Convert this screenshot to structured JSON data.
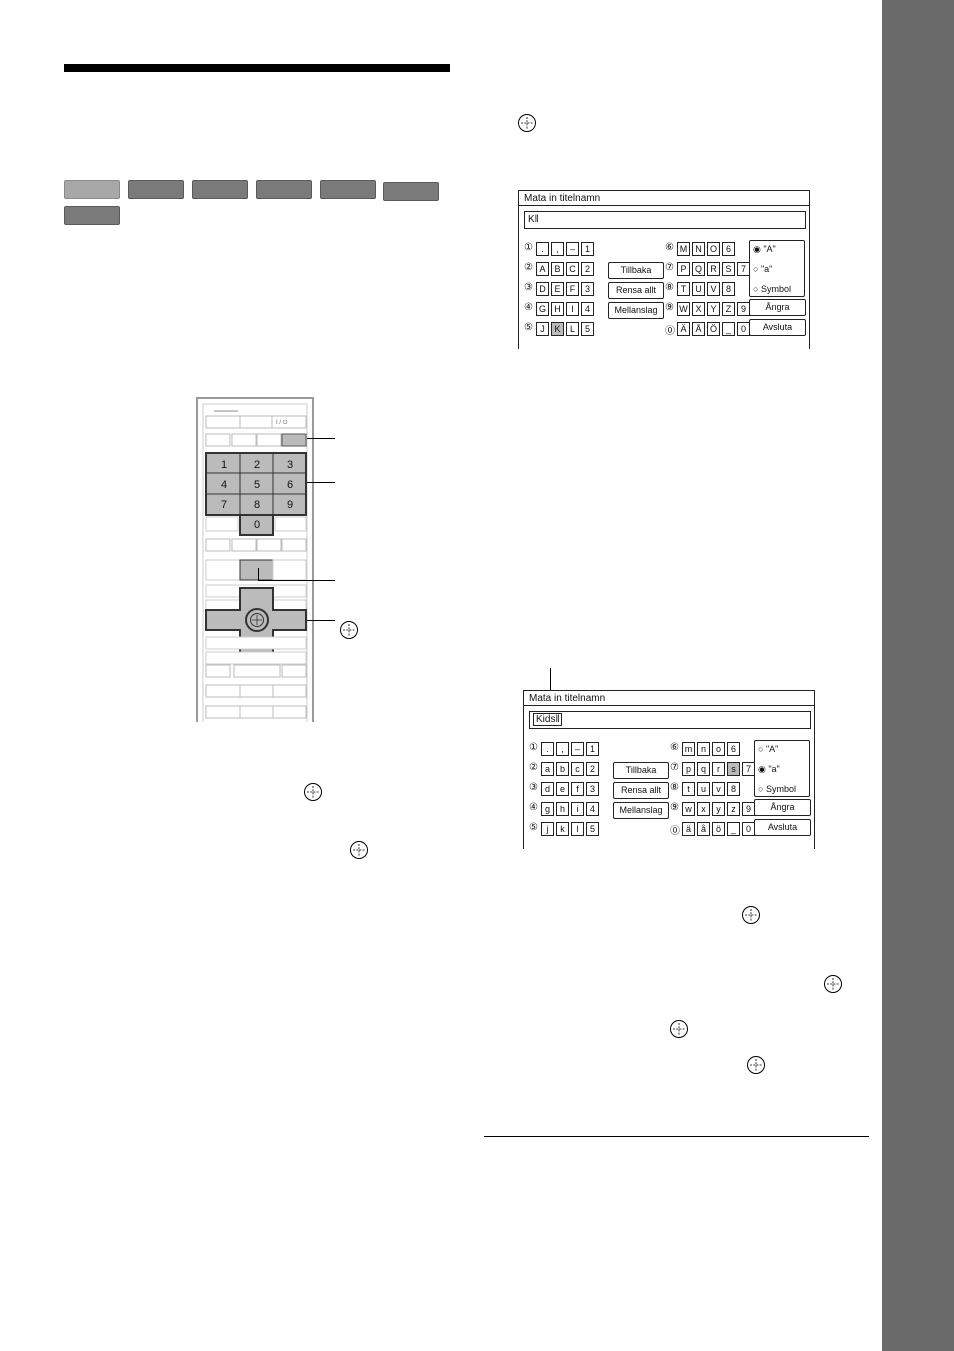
{
  "colors": {
    "side_tab": "#6a6a6a",
    "badge": "#7a7a7a",
    "highlight": "#bbbbbb"
  },
  "remote": {
    "power_label": "I / ⏻",
    "digits": [
      "1",
      "2",
      "3",
      "4",
      "5",
      "6",
      "7",
      "8",
      "9",
      "0"
    ]
  },
  "screen1": {
    "title": "Mata in titelnamn",
    "input_value": "K",
    "row_labels": [
      "①",
      "②",
      "③",
      "④",
      "⑤",
      "⑥",
      "⑦",
      "⑧",
      "⑨",
      "⓪"
    ],
    "left_rows": [
      [
        ".",
        ",",
        "–",
        "1"
      ],
      [
        "A",
        "B",
        "C",
        "2"
      ],
      [
        "D",
        "E",
        "F",
        "3"
      ],
      [
        "G",
        "H",
        "I",
        "4"
      ],
      [
        "J",
        "K",
        "L",
        "5"
      ]
    ],
    "right_rows": [
      [
        "M",
        "N",
        "O",
        "6"
      ],
      [
        "P",
        "Q",
        "R",
        "S",
        "7"
      ],
      [
        "T",
        "U",
        "V",
        "8"
      ],
      [
        "W",
        "X",
        "Y",
        "Z",
        "9"
      ],
      [
        "Ä",
        "Å",
        "Ö",
        "_",
        "0"
      ]
    ],
    "buttons": {
      "back": "Tillbaka",
      "clear": "Rensa allt",
      "space": "Mellanslag",
      "undo": "Ångra",
      "finish": "Avsluta"
    },
    "modes": [
      "\"A\"",
      "\"a\"",
      "Symbol"
    ]
  },
  "screen2": {
    "title": "Mata in titelnamn",
    "input_value": "Kids",
    "row_labels": [
      "①",
      "②",
      "③",
      "④",
      "⑤",
      "⑥",
      "⑦",
      "⑧",
      "⑨",
      "⓪"
    ],
    "left_rows": [
      [
        ".",
        ",",
        "–",
        "1"
      ],
      [
        "a",
        "b",
        "c",
        "2"
      ],
      [
        "d",
        "e",
        "f",
        "3"
      ],
      [
        "g",
        "h",
        "i",
        "4"
      ],
      [
        "j",
        "k",
        "l",
        "5"
      ]
    ],
    "right_rows": [
      [
        "m",
        "n",
        "o",
        "6"
      ],
      [
        "p",
        "q",
        "r",
        "s",
        "7"
      ],
      [
        "t",
        "u",
        "v",
        "8"
      ],
      [
        "w",
        "x",
        "y",
        "z",
        "9"
      ],
      [
        "ä",
        "å",
        "ö",
        "_",
        "0"
      ]
    ],
    "buttons": {
      "back": "Tillbaka",
      "clear": "Rensa allt",
      "space": "Mellanslag",
      "undo": "Ångra",
      "finish": "Avsluta"
    },
    "modes": [
      "\"A\"",
      "\"a\"",
      "Symbol"
    ]
  }
}
